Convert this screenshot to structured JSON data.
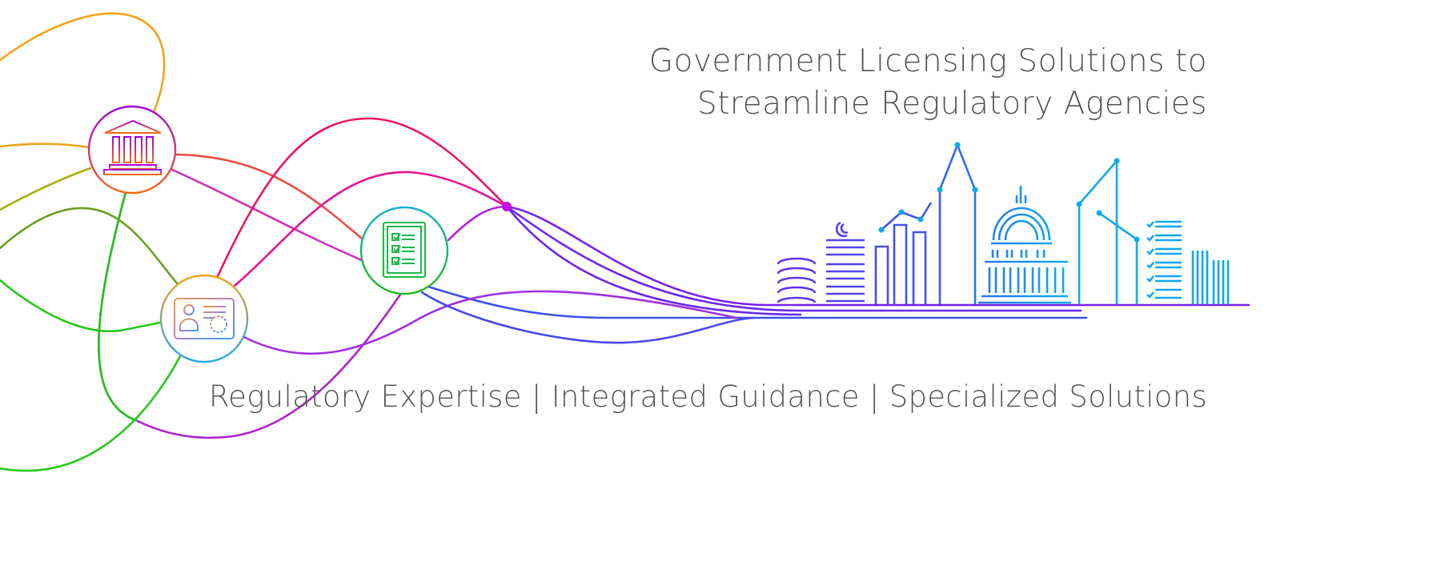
{
  "hero": {
    "title_line1": "Government Licensing Solutions to",
    "title_line2": "Streamline Regulatory Agencies",
    "tagline": "Regulatory Expertise | Integrated Guidance | Specialized Solutions"
  },
  "icons": [
    "government-building-icon",
    "id-card-icon",
    "checklist-icon",
    "city-skyline-icon"
  ],
  "colors": {
    "text": "#555555",
    "orange": "#f7a21b",
    "red": "#f0145a",
    "magenta": "#c400e0",
    "green": "#22c41c",
    "blue": "#3a55f0",
    "skyline_blue": "#10a8f0",
    "skyline_purple": "#6a2af0"
  }
}
